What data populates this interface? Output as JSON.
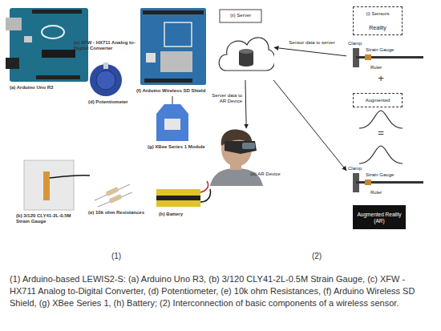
{
  "diagram": {
    "caption": "(1) Arduino-based LEWIS2-S: (a) Arduino Uno R3, (b) 3/120 CLY41-2L-0.5M Strain Gauge, (c) XFW - HX711 Analog to-Digital Converter, (d) Potentiometer, (e) 10k ohm Resistances, (f) Arduino Wireless SD Shield, (g) XBee Series 1, (h) Battery; (2) Interconnection of basic components of a wireless sensor.",
    "nodes": [
      {
        "text": [
          "(ii) Server"
        ]
      },
      {
        "text": [
          "(i) Sensors",
          "Reality"
        ]
      },
      {
        "text": [
          "Clamp",
          "Strain Gauge",
          "Ruler"
        ]
      },
      {
        "text": [
          "Augmented"
        ]
      },
      {
        "text": [
          "Clamp",
          "Strain Gauge",
          "Ruler"
        ]
      },
      {
        "text": [
          "(iii) AR Device"
        ]
      },
      {
        "text": [
          "Augmented Reality (AR)"
        ]
      }
    ],
    "edges": [
      {
        "from": 2,
        "to": 0,
        "label": "Sensor data to server",
        "arrow": "to"
      },
      {
        "from": 0,
        "to": 5,
        "label": "Server data to AR Device",
        "arrow": "to"
      },
      {
        "from": 0,
        "to": 4,
        "arrow": "to"
      }
    ],
    "labels": [
      "(a) Arduino Uno R3",
      "(c) XFW - HX711 Analog to-Digital Converter",
      "(f) Arduino Wireless SD Shield",
      "(d) Potentiometer",
      "(g) XBee Series 1 Module",
      "(b) 3/120 CLY41-2L-0.5M Strain Gauge",
      "(e) 10k ohm Resistances",
      "(h) Battery",
      "(1)",
      "+",
      "=",
      "(2)"
    ]
  }
}
